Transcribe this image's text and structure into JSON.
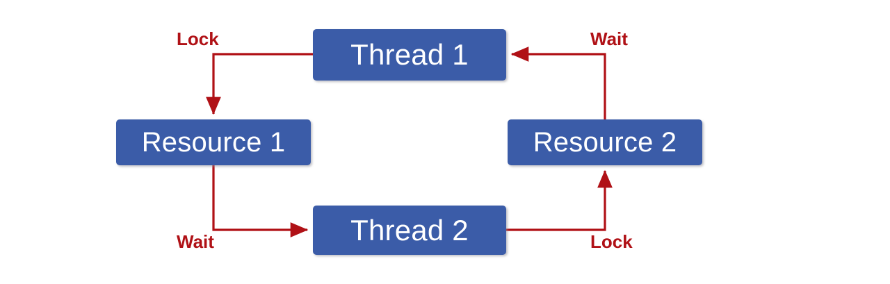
{
  "diagram": {
    "type": "deadlock-cycle-diagram",
    "colors": {
      "node_fill": "#3B5CA8",
      "node_text": "#FFFFFF",
      "connector": "#B01116",
      "label_text": "#B01116",
      "background": "#FFFFFF"
    },
    "nodes": [
      {
        "id": "thread1",
        "label": "Thread 1"
      },
      {
        "id": "resource1",
        "label": "Resource 1"
      },
      {
        "id": "resource2",
        "label": "Resource 2"
      },
      {
        "id": "thread2",
        "label": "Thread 2"
      }
    ],
    "edges": [
      {
        "id": "t1-r1",
        "from": "thread1",
        "to": "resource1",
        "label": "Lock"
      },
      {
        "id": "r1-t2",
        "from": "resource1",
        "to": "thread2",
        "label": "Wait"
      },
      {
        "id": "t2-r2",
        "from": "thread2",
        "to": "resource2",
        "label": "Lock"
      },
      {
        "id": "r2-t1",
        "from": "resource2",
        "to": "thread1",
        "label": "Wait"
      }
    ]
  }
}
